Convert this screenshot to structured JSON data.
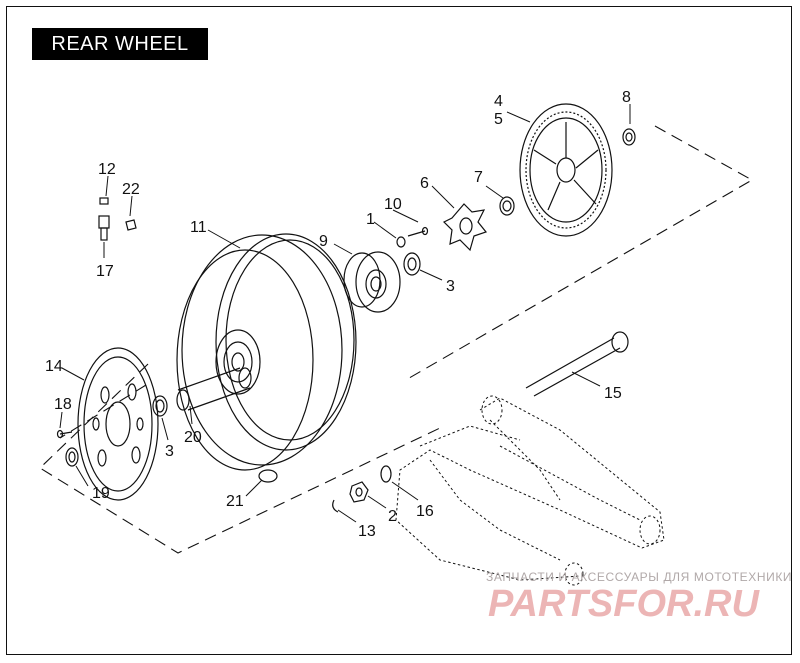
{
  "title": "REAR WHEEL",
  "callouts": [
    "1",
    "2",
    "3",
    "3",
    "4",
    "5",
    "6",
    "7",
    "8",
    "9",
    "10",
    "11",
    "12",
    "13",
    "14",
    "15",
    "16",
    "17",
    "18",
    "19",
    "20",
    "21",
    "22"
  ],
  "watermark": {
    "tagline": "ЗАПЧАСТИ И АКСЕССУАРЫ ДЛЯ МОТОТЕХНИКИ",
    "brand": "PARTSFOR.RU"
  }
}
